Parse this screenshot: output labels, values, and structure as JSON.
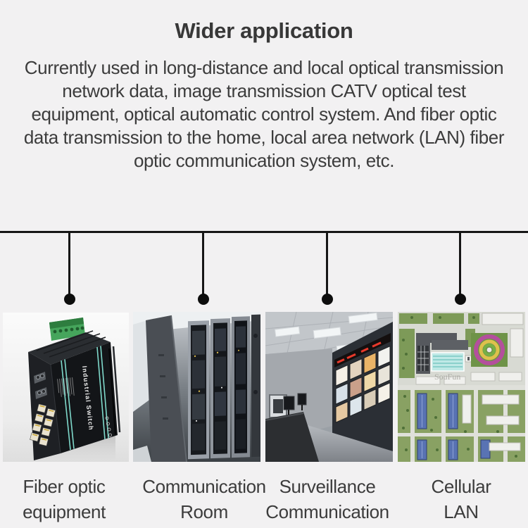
{
  "header": {
    "title": "Wider application",
    "description": "Currently used in long-distance and local optical transmission network data, image transmission CATV optical test equipment, optical automatic control system. And fiber optic data transmission to the home, local area network (LAN) fiber optic communication system, etc."
  },
  "colors": {
    "background": "#f2f1f2",
    "text": "#3c3c3c",
    "connector_line": "#161616",
    "device_stripe_teal": "#7fd9cb",
    "terminal_block_green": "#46a55c",
    "map_roof_blue": "#5973b3",
    "led_ticker_red": "#e8392b"
  },
  "applications": [
    {
      "id": "fiber-optic-equipment",
      "line1": "Fiber optic",
      "line2": "equipment",
      "photo": "industrial-switch-photo"
    },
    {
      "id": "communication-room",
      "line1": "Communication",
      "line2": "Room",
      "photo": "server-rack-room-photo"
    },
    {
      "id": "surveillance",
      "line1": "Surveillance",
      "line2": "Communication",
      "photo": "monitoring-control-room-photo"
    },
    {
      "id": "cellular-lan",
      "line1": "Cellular",
      "line2": "LAN",
      "photo": "aerial-campus-plan-photo"
    }
  ],
  "photo_text": {
    "device_side_label": "Industrial Switch",
    "map_watermark": "SouFun"
  }
}
